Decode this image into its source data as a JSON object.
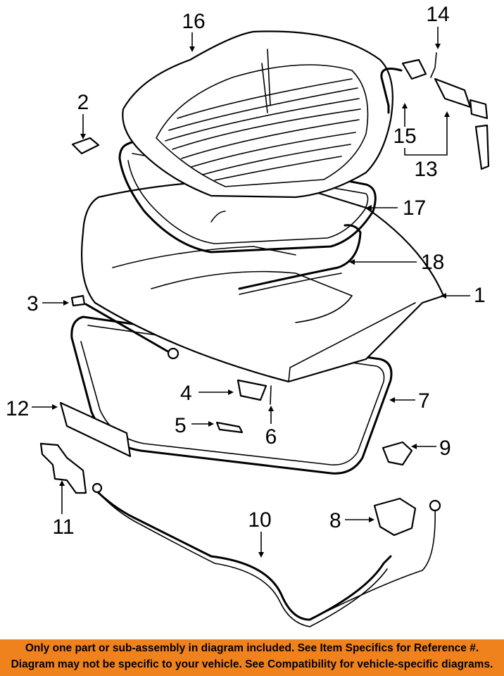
{
  "callouts": [
    "16",
    "14",
    "2",
    "15",
    "13",
    "17",
    "18",
    "1",
    "3",
    "4",
    "12",
    "5",
    "6",
    "7",
    "9",
    "11",
    "10",
    "8"
  ],
  "notice": {
    "line1": "Only one part or sub-assembly in diagram included. See Item Specifics for Reference #.",
    "line2": "Diagram may not be specific to your vehicle. See Compatibility for vehicle-specific diagrams."
  },
  "colors": {
    "banner": "#f0821e",
    "ink": "#000000",
    "background": "#ffffff"
  }
}
